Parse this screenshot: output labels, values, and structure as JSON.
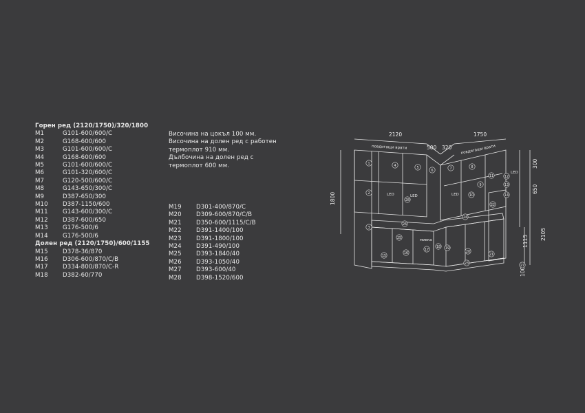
{
  "upper_row": {
    "title": "Горен ред (2120/1750)/320/1800",
    "items": [
      {
        "code": "M1",
        "spec": "G101-600/600/C"
      },
      {
        "code": "M2",
        "spec": "G168-600/600"
      },
      {
        "code": "M3",
        "spec": "G101-600/600/C"
      },
      {
        "code": "M4",
        "spec": "G168-600/600"
      },
      {
        "code": "M5",
        "spec": "G101-600/600/C"
      },
      {
        "code": "M6",
        "spec": "G101-320/600/C"
      },
      {
        "code": "M7",
        "spec": "G120-500/600/C"
      },
      {
        "code": "M8",
        "spec": "G143-650/300/C"
      },
      {
        "code": "M9",
        "spec": "D387-650/300"
      },
      {
        "code": "M10",
        "spec": "D387-1150/600"
      },
      {
        "code": "M11",
        "spec": "G143-600/300/C"
      },
      {
        "code": "M12",
        "spec": "D387-600/650"
      },
      {
        "code": "M13",
        "spec": "G176-500/6"
      },
      {
        "code": "M14",
        "spec": "G176-500/6"
      }
    ]
  },
  "lower_row": {
    "title": "Долен ред (2120/1750)/600/1155",
    "items": [
      {
        "code": "M15",
        "spec": "D378-36/870"
      },
      {
        "code": "M16",
        "spec": "D306-600/870/C/B"
      },
      {
        "code": "M17",
        "spec": "D334-800/870/C-R"
      },
      {
        "code": "M18",
        "spec": "D382-60/770"
      }
    ],
    "items_right": [
      {
        "code": "M19",
        "spec": "D301-400/870/C"
      },
      {
        "code": "M20",
        "spec": "D309-600/870/C/B"
      },
      {
        "code": "M21",
        "spec": "D350-600/1115/C/B"
      },
      {
        "code": "M22",
        "spec": "D391-1400/100"
      },
      {
        "code": "M23",
        "spec": "D391-1800/100"
      },
      {
        "code": "M24",
        "spec": "D391-490/100"
      },
      {
        "code": "M25",
        "spec": "D393-1840/40"
      },
      {
        "code": "M26",
        "spec": "D393-1050/40"
      },
      {
        "code": "M27",
        "spec": "D393-600/40"
      },
      {
        "code": "M28",
        "spec": "D398-1520/600"
      }
    ]
  },
  "notes": [
    "Височина на цокъл 100 мм.",
    "Височина на долен ред с работен",
    "термоплот 910 мм.",
    "Дълбочина на долен ред с",
    "термоплот 600 мм."
  ],
  "diagram": {
    "dims": {
      "left_width": "2120",
      "corner": "500",
      "corner_small": "320",
      "right_width": "1750",
      "height_upper": "1800",
      "upper_top": "300",
      "upper_mid": "650",
      "lower_height": "1115",
      "total_height": "2105",
      "plinth": "100"
    },
    "labels": {
      "lift_doors_left": "повдигащи врати",
      "lift_doors_right": "повдигащи врати",
      "led": "LED",
      "sink": "мивка"
    },
    "markers": [
      "1",
      "2",
      "3",
      "4",
      "5",
      "6",
      "7",
      "8",
      "9",
      "10",
      "11",
      "12",
      "13",
      "14",
      "15",
      "16",
      "17",
      "18",
      "19",
      "20",
      "21",
      "22",
      "23",
      "24",
      "25",
      "26",
      "27",
      "28"
    ]
  },
  "colors": {
    "background": "#3b3b3d",
    "line": "#e6e6e6"
  }
}
